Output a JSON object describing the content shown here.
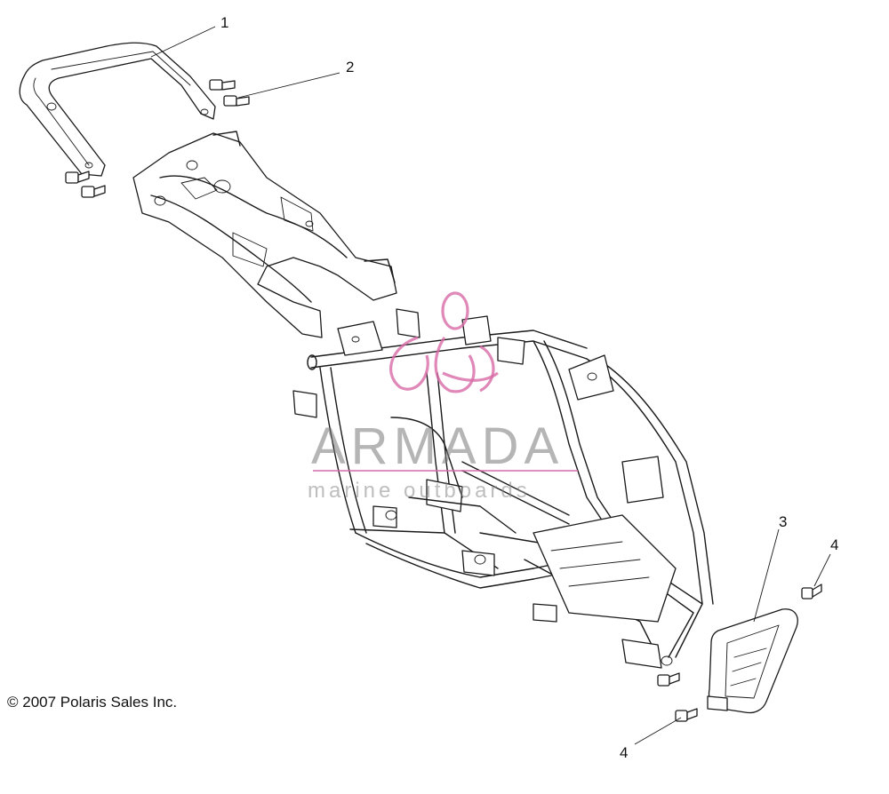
{
  "diagram": {
    "callouts": [
      {
        "id": "callout-1",
        "label": "1"
      },
      {
        "id": "callout-2",
        "label": "2"
      },
      {
        "id": "callout-3",
        "label": "3"
      },
      {
        "id": "callout-4a",
        "label": "4"
      },
      {
        "id": "callout-4b",
        "label": "4"
      }
    ],
    "copyright": "© 2007 Polaris Sales Inc.",
    "watermark": {
      "brand": "ARMADA",
      "tagline": "marine outboards",
      "color": "#d86aa6"
    }
  }
}
